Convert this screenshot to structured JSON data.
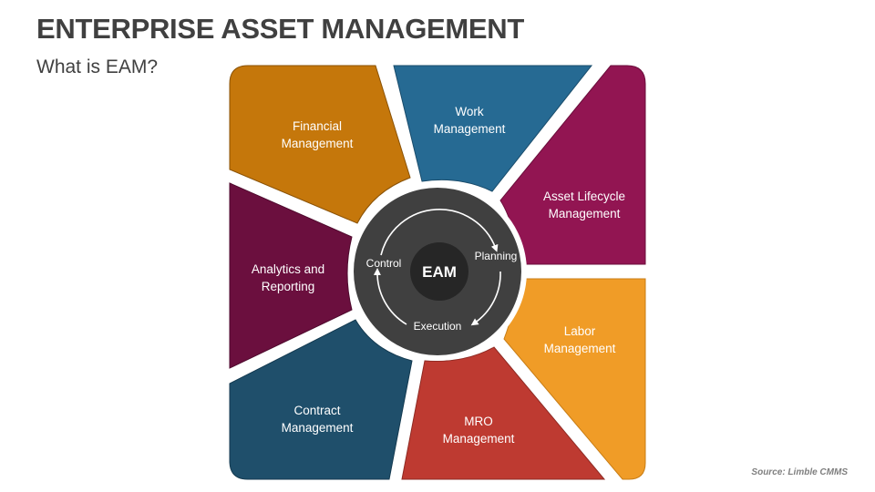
{
  "header": {
    "title": "ENTERPRISE ASSET MANAGEMENT",
    "subtitle": "What is EAM?"
  },
  "diagram": {
    "center": {
      "label": "EAM",
      "cycle": [
        "Planning",
        "Execution",
        "Control"
      ],
      "colors": {
        "outer_ring": "#404040",
        "core": "#262626"
      }
    },
    "segments": [
      {
        "id": "financial",
        "line1": "Financial",
        "line2": "Management",
        "color": "#C5770B"
      },
      {
        "id": "work",
        "line1": "Work",
        "line2": "Management",
        "color": "#266A93"
      },
      {
        "id": "asset-lifecycle",
        "line1": "Asset Lifecycle",
        "line2": "Management",
        "color": "#921552"
      },
      {
        "id": "labor",
        "line1": "Labor",
        "line2": "Management",
        "color": "#F09C27"
      },
      {
        "id": "mro",
        "line1": "MRO",
        "line2": "Management",
        "color": "#BE3A31"
      },
      {
        "id": "contract",
        "line1": "Contract",
        "line2": "Management",
        "color": "#1F4F6B"
      },
      {
        "id": "analytics",
        "line1": "Analytics and",
        "line2": "Reporting",
        "color": "#6B0F3E"
      }
    ]
  },
  "footer": {
    "source": "Source: Limble CMMS"
  }
}
